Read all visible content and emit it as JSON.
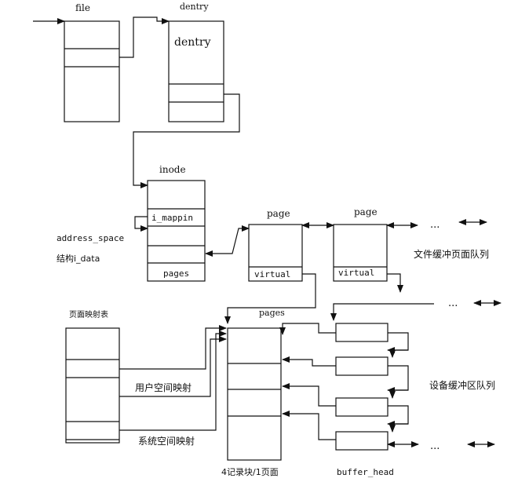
{
  "labels": {
    "file": "file",
    "dentry_title": "dentry",
    "dentry_inner": "dentry",
    "inode": "inode",
    "i_mappin": "i_mappin",
    "inode_pages": "pages",
    "address_space": "address_space",
    "i_data": "结构i_data",
    "page1": "page",
    "page2": "page",
    "virtual1": "virtual",
    "virtual2": "virtual",
    "ellipsis1": "...",
    "ellipsis2": "...",
    "ellipsis3": "...",
    "file_cache_queue": "文件缓冲页面队列",
    "page_map_table": "页面映射表",
    "pages_label": "pages",
    "user_space_map": "用户空间映射",
    "system_space_map": "系统空间映射",
    "device_buffer_queue": "设备缓冲区队列",
    "records_per_page": "4记录块/1页面",
    "buffer_head": "buffer_head"
  }
}
